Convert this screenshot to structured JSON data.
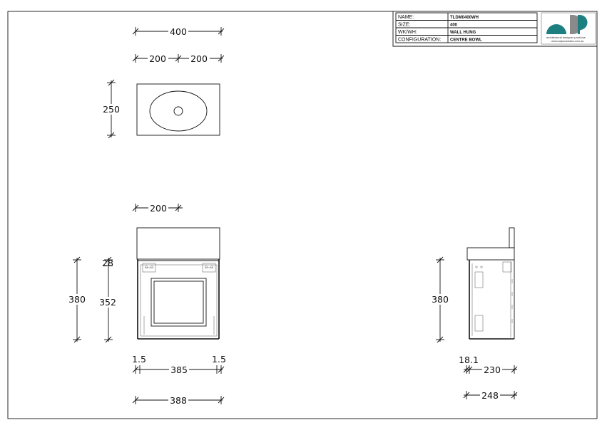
{
  "title_block": {
    "rows": [
      {
        "label": "NAME:",
        "value": "TLDM0400WH"
      },
      {
        "label": "SIZE:",
        "value": "400"
      },
      {
        "label": "WK/WH:",
        "value": "WALL HUNG"
      },
      {
        "label": "CONFIGURATION:",
        "value": "CENTRE BOWL"
      }
    ]
  },
  "logo": {
    "tagline": "architectural designer products",
    "website": "www.adpaustralia.com.au",
    "colors": {
      "teal": "#1d7f80",
      "grey": "#8a8a8a"
    }
  },
  "dimensions": {
    "plan_width": "400",
    "plan_half_left": "200",
    "plan_half_right": "200",
    "plan_depth": "250",
    "bowl_center": "200",
    "front_height_total": "380",
    "front_top_offset": "28",
    "front_body_height": "352",
    "gap_left": "1.5",
    "gap_right": "1.5",
    "door_width": "385",
    "overall_width": "388",
    "side_height": "380",
    "side_offset": "18.1",
    "side_depth": "230",
    "side_overall": "248"
  }
}
